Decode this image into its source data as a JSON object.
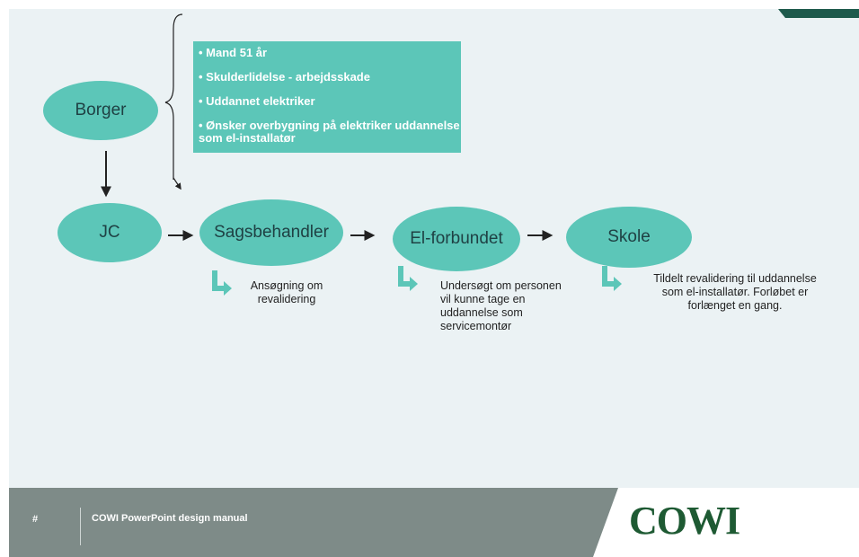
{
  "nodes": {
    "borger": "Borger",
    "jc": "JC",
    "sagsbehandler": "Sagsbehandler",
    "elforbundet": "El-forbundet",
    "skole": "Skole"
  },
  "info": {
    "bullets": [
      "• Mand 51 år",
      "• Skulderlidelse - arbejdsskade",
      "• Uddannet elektriker",
      "• Ønsker overbygning på elektriker uddannelse som el-installatør"
    ]
  },
  "notes": {
    "sagsbehandler": [
      "Ansøgning om",
      "revalidering"
    ],
    "elforbundet": [
      "Undersøgt om personen",
      "vil kunne tage en",
      "uddannelse som",
      "servicemontør"
    ],
    "skole": [
      "Tildelt revalidering til uddannelse",
      "som el-installatør.  Forløbet er",
      "forlænget en gang."
    ]
  },
  "footer": {
    "page_number": "#",
    "title": "COWI PowerPoint design manual",
    "logo": "COWI"
  },
  "colors": {
    "teal": "#5cc6b8",
    "background": "#ebf2f4",
    "footer": "#7e8b88",
    "logo": "#1e5a33"
  }
}
